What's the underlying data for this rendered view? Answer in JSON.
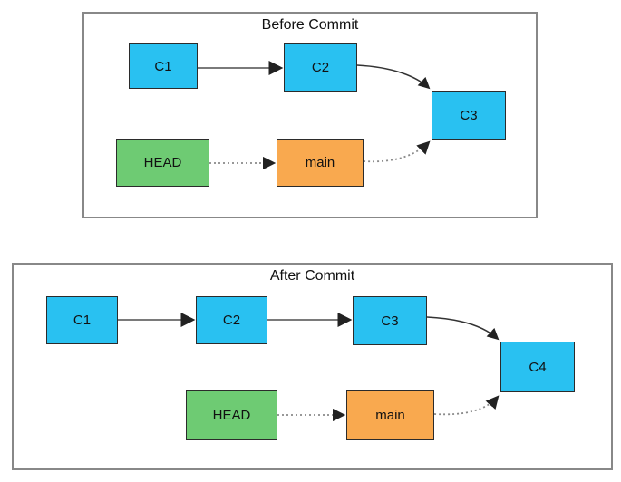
{
  "diagram": {
    "colors": {
      "commit": "#29c1f1",
      "head": "#6ecb73",
      "branch": "#f9a94f",
      "panel_border": "#888888",
      "node_border": "#2b2b2b",
      "arrow": "#222222"
    },
    "panels": [
      {
        "title": "Before Commit",
        "nodes": [
          {
            "id": "c1",
            "label": "C1",
            "type": "commit"
          },
          {
            "id": "c2",
            "label": "C2",
            "type": "commit"
          },
          {
            "id": "c3",
            "label": "C3",
            "type": "commit"
          },
          {
            "id": "head",
            "label": "HEAD",
            "type": "head"
          },
          {
            "id": "main",
            "label": "main",
            "type": "branch"
          }
        ],
        "edges": [
          {
            "from": "C1",
            "to": "C2",
            "style": "solid"
          },
          {
            "from": "C2",
            "to": "C3",
            "style": "solid"
          },
          {
            "from": "HEAD",
            "to": "main",
            "style": "dotted"
          },
          {
            "from": "main",
            "to": "C3",
            "style": "dotted"
          }
        ]
      },
      {
        "title": "After Commit",
        "nodes": [
          {
            "id": "c1",
            "label": "C1",
            "type": "commit"
          },
          {
            "id": "c2",
            "label": "C2",
            "type": "commit"
          },
          {
            "id": "c3",
            "label": "C3",
            "type": "commit"
          },
          {
            "id": "c4",
            "label": "C4",
            "type": "commit"
          },
          {
            "id": "head",
            "label": "HEAD",
            "type": "head"
          },
          {
            "id": "main",
            "label": "main",
            "type": "branch"
          }
        ],
        "edges": [
          {
            "from": "C1",
            "to": "C2",
            "style": "solid"
          },
          {
            "from": "C2",
            "to": "C3",
            "style": "solid"
          },
          {
            "from": "C3",
            "to": "C4",
            "style": "solid"
          },
          {
            "from": "HEAD",
            "to": "main",
            "style": "dotted"
          },
          {
            "from": "main",
            "to": "C4",
            "style": "dotted"
          }
        ]
      }
    ]
  }
}
